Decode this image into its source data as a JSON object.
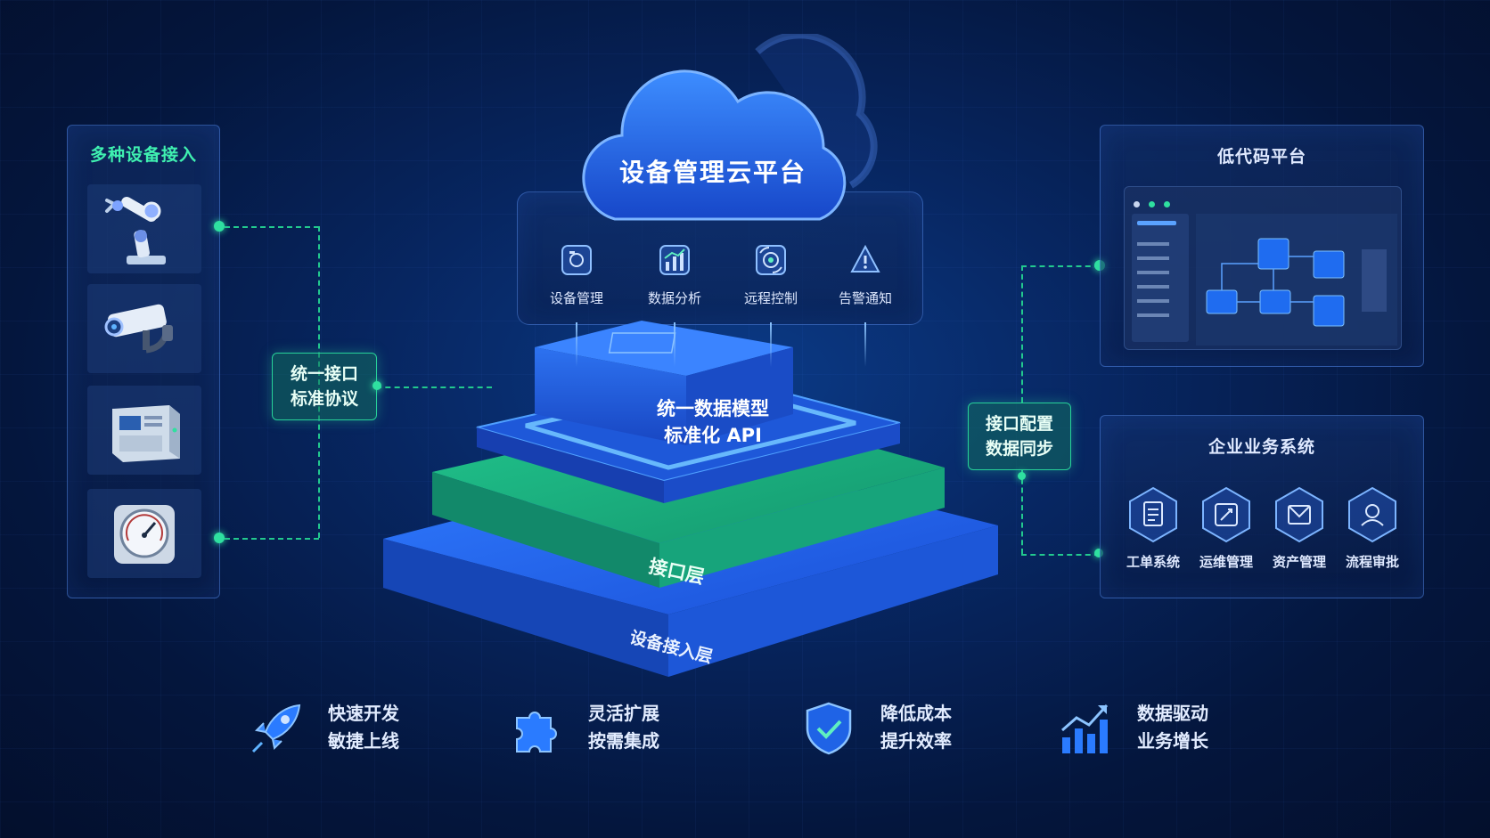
{
  "left_panel": {
    "title": "多种设备接入"
  },
  "left_tag": {
    "line1": "统一接口",
    "line2": "标准协议"
  },
  "cloud": {
    "title": "设备管理云平台"
  },
  "features": [
    {
      "label": "设备管理",
      "icon": "device-scan-icon"
    },
    {
      "label": "数据分析",
      "icon": "bar-chart-icon"
    },
    {
      "label": "远程控制",
      "icon": "remote-control-icon"
    },
    {
      "label": "告警通知",
      "icon": "bell-icon"
    }
  ],
  "stack": {
    "top_line1": "统一数据模型",
    "top_line2": "标准化 API",
    "middle": "接口层",
    "bottom": "设备接入层"
  },
  "right_tag": {
    "line1": "接口配置",
    "line2": "数据同步"
  },
  "lowcode": {
    "title": "低代码平台"
  },
  "enterprise": {
    "title": "企业业务系统",
    "items": [
      {
        "label": "工单系统",
        "icon": "work-order-icon"
      },
      {
        "label": "运维管理",
        "icon": "operations-icon"
      },
      {
        "label": "资产管理",
        "icon": "asset-icon"
      },
      {
        "label": "流程审批",
        "icon": "approval-icon"
      }
    ]
  },
  "benefits": [
    {
      "line1": "快速开发",
      "line2": "敏捷上线",
      "icon": "rocket-icon"
    },
    {
      "line1": "灵活扩展",
      "line2": "按需集成",
      "icon": "puzzle-icon"
    },
    {
      "line1": "降低成本",
      "line2": "提升效率",
      "icon": "shield-check-icon"
    },
    {
      "line1": "数据驱动",
      "line2": "业务增长",
      "icon": "growth-chart-icon"
    }
  ],
  "colors": {
    "accent_green": "#27d199",
    "accent_blue": "#2a7bff",
    "background": "#04163d"
  }
}
